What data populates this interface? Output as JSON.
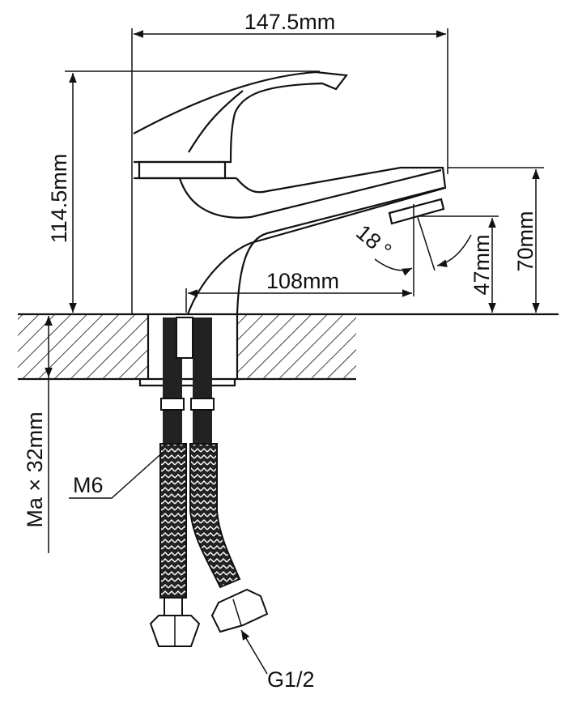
{
  "title": "Faucet dimension drawing",
  "dimensions": {
    "overall_length": "147.5mm",
    "overall_height": "114.5mm",
    "spout_height": "70mm",
    "outlet_height": "47mm",
    "spout_reach": "108mm",
    "outlet_angle": "18",
    "outlet_angle_unit": "°",
    "max_counter_thickness": "Ma × 32mm"
  },
  "callouts": {
    "stud": "M6",
    "connection": "G1/2"
  },
  "colors": {
    "line": "#111111",
    "background": "#ffffff"
  }
}
